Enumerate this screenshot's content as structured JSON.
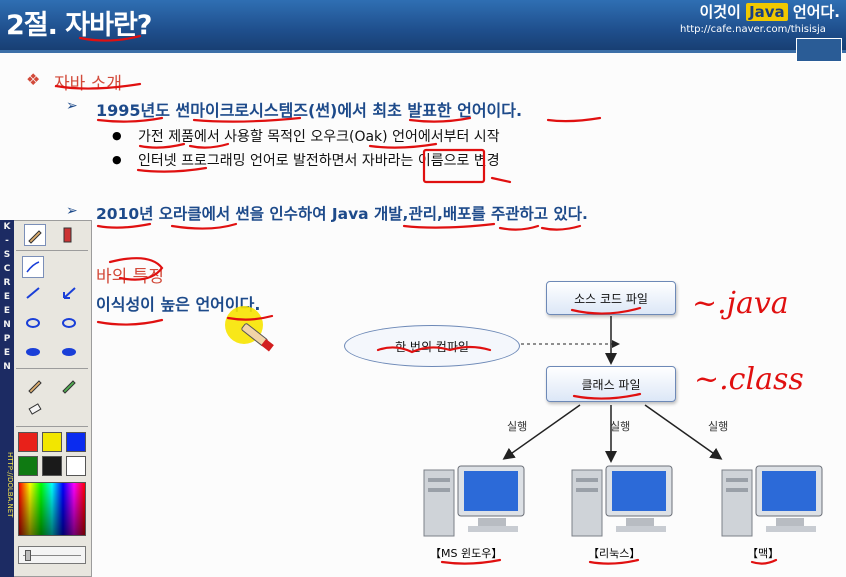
{
  "header": {
    "title": "2절. 자바란?",
    "tagline_prefix": "이것이 ",
    "tagline_java": "Java",
    "tagline_suffix": " 언어다.",
    "url": "http://cafe.naver.com/thisisja"
  },
  "section1": {
    "marker": "❖",
    "title": "자바 소개",
    "item1": "1995년도 썬마이크로시스템즈(썬)에서 최초 발표한 언어이다.",
    "bullet1": "가전 제품에서 사용할 목적인 오우크(Oak) 언어에서부터 시작",
    "bullet2": "인터넷 프로그래밍 언어로 발전하면서 자바라는 이름으로 변경",
    "item2": "2010년 오라클에서 썬을 인수하여 Java 개발,관리,배포를 주관하고 있다."
  },
  "section2": {
    "title": "자바의 특징",
    "title_visible": "바의 특징",
    "item1": "이식성이 높은 언어이다."
  },
  "diagram": {
    "source_box": "소스 코드 파일",
    "compile_ellipse": "한 번의 컴파일",
    "class_box": "클래스 파일",
    "run_label": "실행",
    "os_windows": "【MS 윈도우】",
    "os_linux": "【리눅스】",
    "os_mac": "【맥】"
  },
  "annotations": {
    "java_note": "~.java",
    "class_note": "~.class"
  },
  "toolbar": {
    "brand": [
      "K",
      "-",
      "S",
      "C",
      "R",
      "E",
      "E",
      "N",
      "",
      "P",
      "E",
      "N"
    ],
    "url": "HTTP://DOLBA.NET",
    "colors": [
      "#e8211a",
      "#f2e600",
      "#0a2bef",
      "#0f7a12",
      "#1a1a1a",
      "#ffffff"
    ]
  },
  "colors": {
    "header_bg": "#1f4f8d",
    "section_red": "#d24a3a",
    "body_blue": "#1d4a8a",
    "ink_red": "#e01010",
    "highlight": "#f7e400"
  }
}
